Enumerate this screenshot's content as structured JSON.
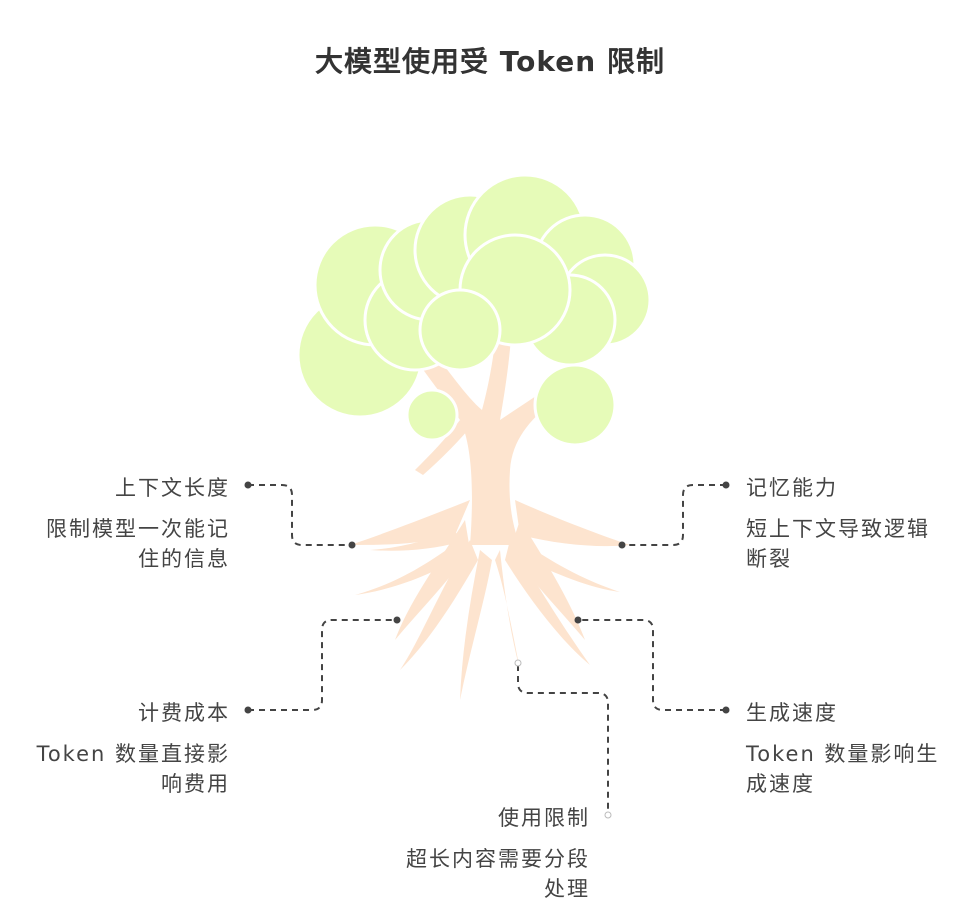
{
  "title": "大模型使用受 Token 限制",
  "nodes": {
    "context_length": {
      "label": "上下文长度",
      "desc_line1": "限制模型一次能记",
      "desc_line2": "住的信息"
    },
    "memory": {
      "label": "记忆能力",
      "desc_line1": "短上下文导致逻辑",
      "desc_line2": "断裂"
    },
    "cost": {
      "label": "计费成本",
      "desc_line1": "Token 数量直接影",
      "desc_line2": "响费用"
    },
    "speed": {
      "label": "生成速度",
      "desc_line1": "Token 数量影响生",
      "desc_line2": "成速度"
    },
    "usage": {
      "label": "使用限制",
      "desc_line1": "超长内容需要分段",
      "desc_line2": "处理"
    }
  },
  "colors": {
    "canopy": "#e6fbb8",
    "trunk": "#fde4cf",
    "line": "#444444"
  }
}
